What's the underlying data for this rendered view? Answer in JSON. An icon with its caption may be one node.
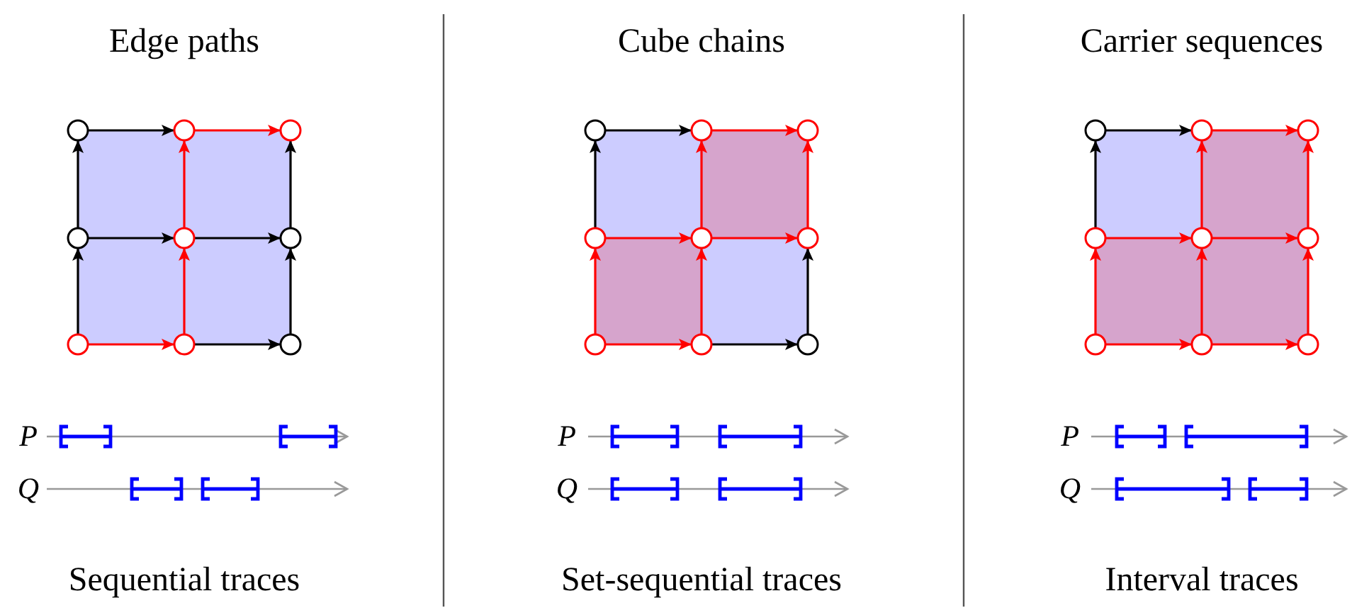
{
  "diagram": {
    "nodes": [
      {
        "text": [],
        "shape": "circle"
      },
      {
        "text": [],
        "shape": "circle"
      },
      {
        "text": [],
        "shape": "circle"
      },
      {
        "text": [],
        "shape": "circle"
      },
      {
        "text": [],
        "shape": "circle"
      },
      {
        "text": [],
        "shape": "circle"
      },
      {
        "text": [],
        "shape": "circle"
      },
      {
        "text": [],
        "shape": "circle"
      },
      {
        "text": [],
        "shape": "circle"
      },
      {
        "text": [],
        "shape": "circle"
      },
      {
        "text": [],
        "shape": "circle"
      },
      {
        "text": [],
        "shape": "circle"
      },
      {
        "text": [],
        "shape": "circle"
      },
      {
        "text": [],
        "shape": "circle"
      },
      {
        "text": [],
        "shape": "circle"
      },
      {
        "text": [],
        "shape": "circle"
      },
      {
        "text": [],
        "shape": "circle"
      },
      {
        "text": [],
        "shape": "circle"
      },
      {
        "text": [],
        "shape": "circle"
      },
      {
        "text": [],
        "shape": "circle"
      },
      {
        "text": [],
        "shape": "circle"
      },
      {
        "text": [],
        "shape": "circle"
      },
      {
        "text": [],
        "shape": "circle"
      },
      {
        "text": [],
        "shape": "circle"
      },
      {
        "text": [],
        "shape": "circle"
      },
      {
        "text": [],
        "shape": "circle"
      },
      {
        "text": [],
        "shape": "circle"
      }
    ],
    "edges": [
      {
        "from": 0,
        "to": 1,
        "arrow": "to",
        "color": "#000000"
      },
      {
        "from": 1,
        "to": 2,
        "arrow": "to"
      },
      {
        "from": 3,
        "to": 4,
        "arrow": "to",
        "color": "#000000"
      },
      {
        "from": 4,
        "to": 5,
        "arrow": "to",
        "color": "#000000"
      },
      {
        "from": 6,
        "to": 7,
        "arrow": "to"
      },
      {
        "from": 7,
        "to": 8,
        "arrow": "to",
        "color": "#000000"
      },
      {
        "from": 6,
        "to": 3,
        "arrow": "to",
        "color": "#000000"
      },
      {
        "from": 3,
        "to": 0,
        "arrow": "to",
        "color": "#000000"
      },
      {
        "from": 7,
        "to": 4,
        "arrow": "to"
      },
      {
        "from": 4,
        "to": 1,
        "arrow": "to"
      },
      {
        "from": 8,
        "to": 5,
        "arrow": "to",
        "color": "#000000"
      },
      {
        "from": 5,
        "to": 2,
        "arrow": "to",
        "color": "#000000"
      },
      {
        "from": 9,
        "to": 10,
        "arrow": "to",
        "color": "#000000"
      },
      {
        "from": 10,
        "to": 11,
        "arrow": "to"
      },
      {
        "from": 12,
        "to": 13,
        "arrow": "to"
      },
      {
        "from": 13,
        "to": 14,
        "arrow": "to"
      },
      {
        "from": 15,
        "to": 16,
        "arrow": "to"
      },
      {
        "from": 16,
        "to": 17,
        "arrow": "to",
        "color": "#000000"
      },
      {
        "from": 15,
        "to": 12,
        "arrow": "to"
      },
      {
        "from": 12,
        "to": 9,
        "arrow": "to",
        "color": "#000000"
      },
      {
        "from": 16,
        "to": 13,
        "arrow": "to"
      },
      {
        "from": 13,
        "to": 10,
        "arrow": "to"
      },
      {
        "from": 17,
        "to": 14,
        "arrow": "to",
        "color": "#000000"
      },
      {
        "from": 14,
        "to": 11,
        "arrow": "to"
      },
      {
        "from": 18,
        "to": 19,
        "arrow": "to",
        "color": "#000000"
      },
      {
        "from": 19,
        "to": 20,
        "arrow": "to"
      },
      {
        "from": 21,
        "to": 22,
        "arrow": "to"
      },
      {
        "from": 22,
        "to": 23,
        "arrow": "to"
      },
      {
        "from": 24,
        "to": 25,
        "arrow": "to"
      },
      {
        "from": 25,
        "to": 26,
        "arrow": "to"
      },
      {
        "from": 24,
        "to": 21,
        "arrow": "to"
      },
      {
        "from": 21,
        "to": 18,
        "arrow": "to",
        "color": "#000000"
      },
      {
        "from": 25,
        "to": 22,
        "arrow": "to"
      },
      {
        "from": 22,
        "to": 19,
        "arrow": "to"
      },
      {
        "from": 26,
        "to": 23,
        "arrow": "to"
      },
      {
        "from": 23,
        "to": 20,
        "arrow": "to"
      }
    ],
    "labels": [
      "Edge paths",
      "Cube chains",
      "Carrier sequences",
      "P",
      "P",
      "P",
      "Q",
      "Q",
      "Q",
      "Sequential traces",
      "Set-sequential traces",
      "Interval traces"
    ]
  }
}
